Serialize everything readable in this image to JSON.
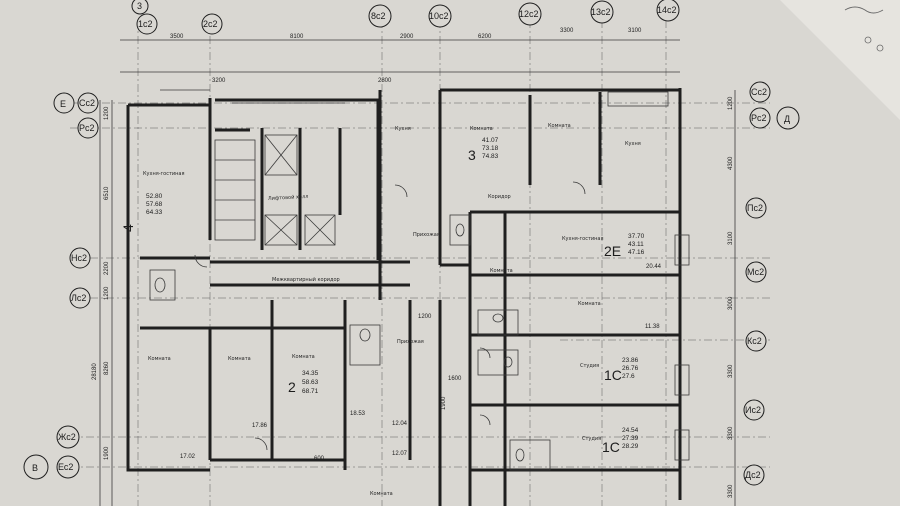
{
  "axes_top": [
    "3",
    "1с2",
    "2с2",
    "8с2",
    "10с2",
    "12с2",
    "13с2",
    "14с2"
  ],
  "axes_left": [
    "Е",
    "Сс2",
    "Рс2",
    "Нс2",
    "Лс2",
    "Жс2",
    "В",
    "Ес2"
  ],
  "axes_right": [
    "Сс2",
    "Рс2",
    "Д",
    "Пс2",
    "Мс2",
    "Кс2",
    "Ис2",
    "Дс2"
  ],
  "dims_top": [
    "3500",
    "8100",
    "2900",
    "6200",
    "3300",
    "3100"
  ],
  "dims_left": [
    "1200",
    "6510",
    "2200",
    "1200",
    "28180",
    "8260",
    "1900"
  ],
  "dims_right": [
    "1200",
    "4300",
    "3100",
    "3000",
    "3300",
    "3300",
    "3300"
  ],
  "rooms": {
    "kitchen_living_left": "Кухня-гостиная",
    "room_1": "Комната",
    "room_2": "Комната",
    "room_3": "Комната",
    "kitchen": "Кухня",
    "corridor": "Коридор",
    "hall": "Прихожая",
    "hall_2": "Прихожая",
    "studio_1": "Студия",
    "studio_2": "Студия",
    "kitchen_living_right": "Кухня-гостиная",
    "lift_hall": "Лифтовой холл",
    "corridor_mid": "Межквартирный коридор",
    "room_right_a": "Комната",
    "room_right_b": "Комната",
    "room_top_a": "Комната",
    "room_top_b": "Комната",
    "kitchen_top": "Кухня",
    "room_bottom": "Комната"
  },
  "apartments": [
    {
      "id": "apt-4",
      "label": "4",
      "areas": [
        "52.80",
        "57.68",
        "64.33"
      ]
    },
    {
      "id": "apt-3",
      "label": "3",
      "areas": [
        "41.07",
        "73.18",
        "74.83"
      ]
    },
    {
      "id": "apt-2e",
      "label": "2Е",
      "areas": [
        "37.70",
        "43.11",
        "47.16"
      ]
    },
    {
      "id": "apt-2",
      "label": "2",
      "areas": [
        "34.35",
        "58.63",
        "68.71"
      ]
    },
    {
      "id": "apt-1c-a",
      "label": "1С",
      "areas": [
        "23.86",
        "26.76",
        "27.6"
      ]
    },
    {
      "id": "apt-1c-b",
      "label": "1С",
      "areas": [
        "24.54",
        "27.39",
        "28.29"
      ]
    }
  ],
  "misc_dims": [
    "600",
    "1600",
    "1200",
    "1900",
    "2800",
    "3200",
    "12.07",
    "18.53",
    "20.44",
    "11.38",
    "12.04",
    "17.02",
    "17.86"
  ]
}
